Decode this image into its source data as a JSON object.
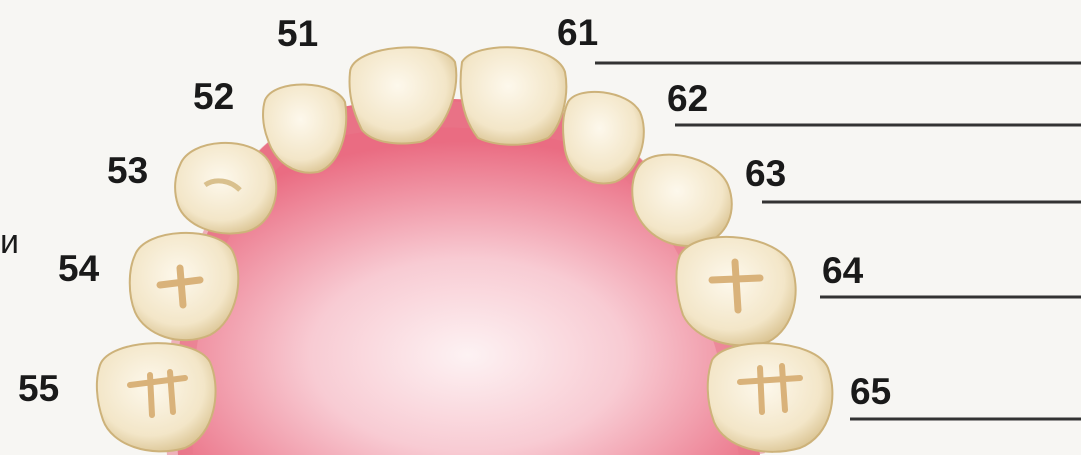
{
  "labels": {
    "t51": "51",
    "t52": "52",
    "t53": "53",
    "t54": "54",
    "t55": "55",
    "t61": "61",
    "t62": "62",
    "t63": "63",
    "t64": "64",
    "t65": "65",
    "edge_fragment": "и"
  },
  "colors": {
    "gum": "#ec6a80",
    "palate_light": "#fbe8ec",
    "tooth": "#f3e6c8",
    "tooth_shade": "#d9c08d",
    "leader_line": "#333333",
    "text": "#1a1a1a"
  }
}
